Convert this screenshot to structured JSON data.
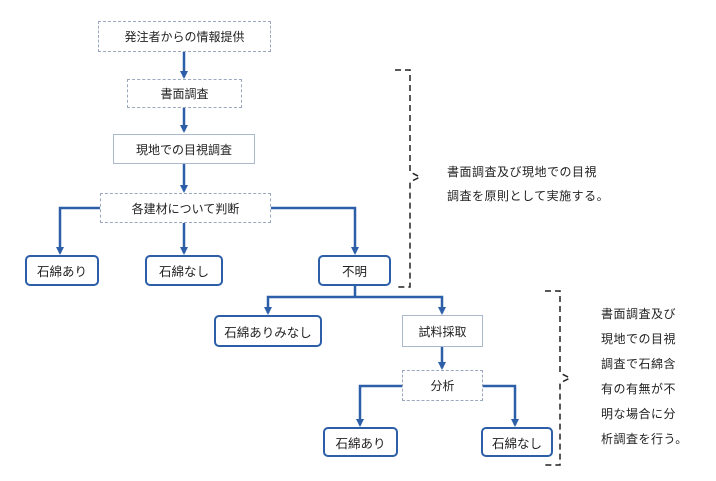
{
  "nodes": {
    "info": "発注者からの情報提供",
    "doc_survey": "書面調査",
    "visual_survey": "現地での目視調査",
    "judge": "各建材について判断",
    "asbestos_yes": "石綿あり",
    "asbestos_no": "石綿なし",
    "unknown": "不明",
    "deemed_yes": "石綿ありみなし",
    "sampling": "試料採取",
    "analysis": "分析",
    "analysis_yes": "石綿あり",
    "analysis_no": "石綿なし"
  },
  "notes": {
    "principle": [
      "書面調査及び現地での目視",
      "調査を原則として実施する。"
    ],
    "analysis_rule": [
      "書面調査及び",
      "現地での目視",
      "調査で石綿含",
      "有の有無が不",
      "明な場合に分",
      "析調査を行う。"
    ]
  },
  "colors": {
    "arrow": "#2c5fa8",
    "dashed_border": "#9aa9c0",
    "bracket": "#222222"
  }
}
